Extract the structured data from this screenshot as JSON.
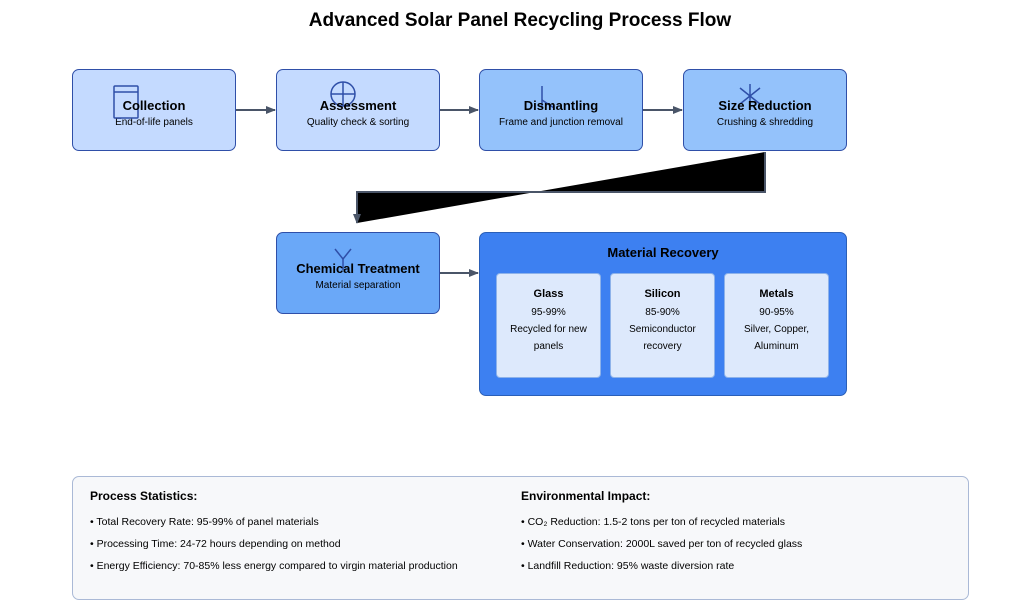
{
  "title": "Advanced Solar Panel Recycling Process Flow",
  "colors": {
    "step_light": "#c4daff",
    "step_mid": "#94c2fb",
    "step_dark": "#6aa8f8",
    "recovery_panel": "#3d80f1",
    "card": "#dde9fc",
    "border": "#2f4fa8",
    "arrow": "#4a5568"
  },
  "steps": [
    {
      "title": "Collection",
      "subtitle": "End-of-life panels",
      "icon": "panel-icon"
    },
    {
      "title": "Assessment",
      "subtitle": "Quality check & sorting",
      "icon": "crosshair-circle-icon"
    },
    {
      "title": "Dismantling",
      "subtitle": "Frame and junction removal",
      "icon": "tool-icon"
    },
    {
      "title": "Size Reduction",
      "subtitle": "Crushing & shredding",
      "icon": "asterisk-crusher-icon"
    },
    {
      "title": "Chemical Treatment",
      "subtitle": "Material separation",
      "icon": "fork-icon"
    }
  ],
  "recovery": {
    "title": "Material Recovery",
    "materials": [
      {
        "name": "Glass",
        "rate": "95-99%",
        "desc": "Recycled for new panels"
      },
      {
        "name": "Silicon",
        "rate": "85-90%",
        "desc": "Semiconductor recovery"
      },
      {
        "name": "Metals",
        "rate": "90-95%",
        "desc": "Silver, Copper, Aluminum"
      }
    ]
  },
  "stats": {
    "process": {
      "title": "Process Statistics:",
      "items": [
        "• Total Recovery Rate: 95-99% of panel materials",
        "• Processing Time: 24-72 hours depending on method",
        "• Energy Efficiency: 70-85% less energy compared to virgin material production"
      ]
    },
    "environment": {
      "title": "Environmental Impact:",
      "items": [
        "• CO₂ Reduction: 1.5-2 tons per ton of recycled materials",
        "• Water Conservation: 2000L saved per ton of recycled glass",
        "• Landfill Reduction: 95% waste diversion rate"
      ]
    }
  }
}
